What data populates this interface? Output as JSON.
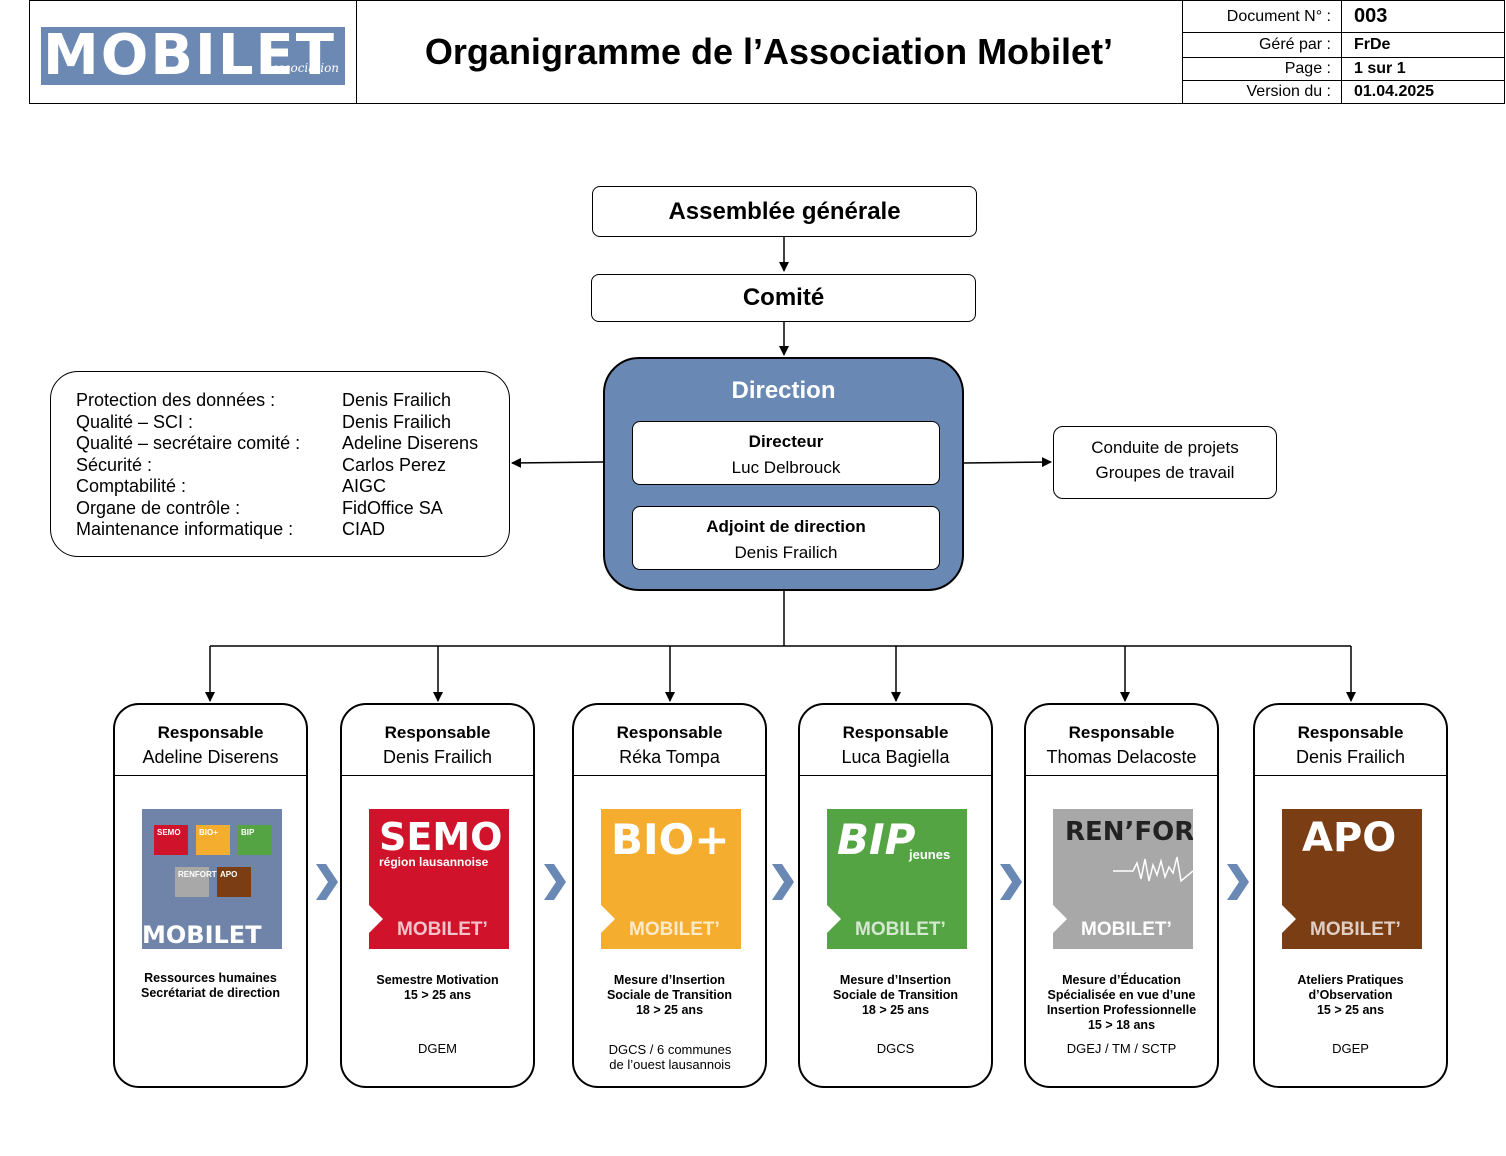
{
  "header": {
    "logo_text": "MOBILET",
    "logo_sub": "association",
    "title": "Organigramme de l’Association Mobilet’",
    "meta": [
      {
        "label": "Document N° :",
        "value": "003"
      },
      {
        "label": "Géré par :",
        "value": "FrDe"
      },
      {
        "label": "Page :",
        "value": "1 sur 1"
      },
      {
        "label": "Version du :",
        "value": "01.04.2025"
      }
    ]
  },
  "top": {
    "assembly": "Assemblée générale",
    "committee": "Comité"
  },
  "direction": {
    "title": "Direction",
    "director_role": "Directeur",
    "director_name": "Luc Delbrouck",
    "deputy_role": "Adjoint de direction",
    "deputy_name": "Denis Frailich"
  },
  "left_roles": [
    {
      "label": "Protection des données :",
      "value": "Denis Frailich"
    },
    {
      "label": "Qualité – SCI :",
      "value": "Denis Frailich"
    },
    {
      "label": "Qualité – secrétaire comité :",
      "value": "Adeline Diserens"
    },
    {
      "label": "Sécurité :",
      "value": "Carlos Perez"
    },
    {
      "label": "Comptabilité :",
      "value": "AIGC"
    },
    {
      "label": "Organe de contrôle :",
      "value": "FidOffice SA"
    },
    {
      "label": "Maintenance informatique :",
      "value": "CIAD"
    }
  ],
  "right_box": {
    "line1": "Conduite de projets",
    "line2": "Groupes de travail"
  },
  "departments": [
    {
      "role": "Responsable",
      "name": "Adeline Diserens",
      "tile_color": "#6f84a8",
      "tile_title": "MOBILET",
      "desc": [
        "Ressources humaines",
        "Secrétariat de direction"
      ],
      "funder": ""
    },
    {
      "role": "Responsable",
      "name": "Denis Frailich",
      "tile_color": "#d0122a",
      "tile_title": "SEMO",
      "tile_sub": "région lausannoise",
      "tile_word": "MOBILET’",
      "desc": [
        "Semestre Motivation",
        "15 > 25 ans"
      ],
      "funder": "DGEM"
    },
    {
      "role": "Responsable",
      "name": "Réka Tompa",
      "tile_color": "#f5ad30",
      "tile_title": "BIO+",
      "tile_word": "MOBILET’",
      "desc": [
        "Mesure d’Insertion",
        "Sociale de Transition",
        "18 > 25 ans"
      ],
      "funder": "DGCS / 6 communes de l’ouest lausannois"
    },
    {
      "role": "Responsable",
      "name": "Luca Bagiella",
      "tile_color": "#54a444",
      "tile_title": "BIP",
      "tile_sub": "jeunes",
      "tile_word": "MOBILET’",
      "desc": [
        "Mesure d’Insertion",
        "Sociale de Transition",
        "18 > 25 ans"
      ],
      "funder": "DGCS"
    },
    {
      "role": "Responsable",
      "name": "Thomas Delacoste",
      "tile_color": "#a8a8a8",
      "tile_title": "REN’FORT",
      "tile_word": "MOBILET’",
      "desc": [
        "Mesure d’Éducation",
        "Spécialisée en vue d’une",
        "Insertion Professionnelle",
        "15 > 18 ans"
      ],
      "funder": "DGEJ / TM / SCTP"
    },
    {
      "role": "Responsable",
      "name": "Denis Frailich",
      "tile_color": "#7b3d14",
      "tile_title": "APO",
      "tile_word": "MOBILET’",
      "desc": [
        "Ateliers Pratiques",
        "d’Observation",
        "15 > 25 ans"
      ],
      "funder": "DGEP"
    }
  ],
  "mini_tiles": [
    {
      "label": "SEMO",
      "color": "#d0122a"
    },
    {
      "label": "BIO+",
      "color": "#f5ad30"
    },
    {
      "label": "BIP",
      "color": "#54a444"
    },
    {
      "label": "RENFORT",
      "color": "#a8a8a8"
    },
    {
      "label": "APO",
      "color": "#7b3d14"
    }
  ],
  "colors": {
    "direction_fill": "#6a88b4",
    "chevron": "#6a88b4"
  }
}
